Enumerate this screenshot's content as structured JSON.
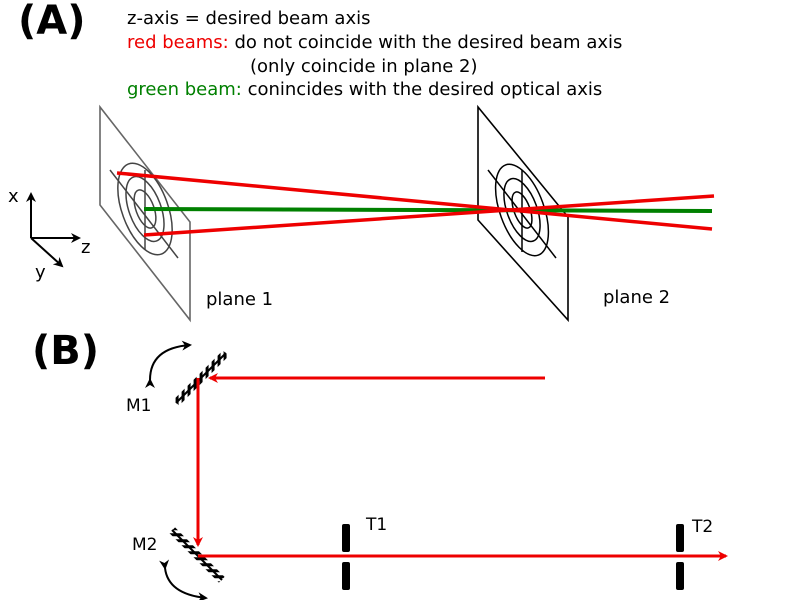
{
  "colors": {
    "red": "#ee0000",
    "green": "#008000",
    "black": "#000000",
    "gray": "#555555"
  },
  "panel_a": {
    "label": "(A)",
    "legend": {
      "line1": "z-axis = desired beam axis",
      "red_key": "red beams:",
      "red_text": " do not coincide with the desired beam axis",
      "red_note": "(only coincide in plane 2)",
      "green_key": "green beam:",
      "green_text": " conincides with the desired optical axis"
    },
    "axes": {
      "x": "x",
      "y": "y",
      "z": "z"
    },
    "planes": [
      "plane 1",
      "plane 2"
    ]
  },
  "panel_b": {
    "label": "(B)",
    "mirrors": [
      "M1",
      "M2"
    ],
    "targets": [
      "T1",
      "T2"
    ]
  }
}
